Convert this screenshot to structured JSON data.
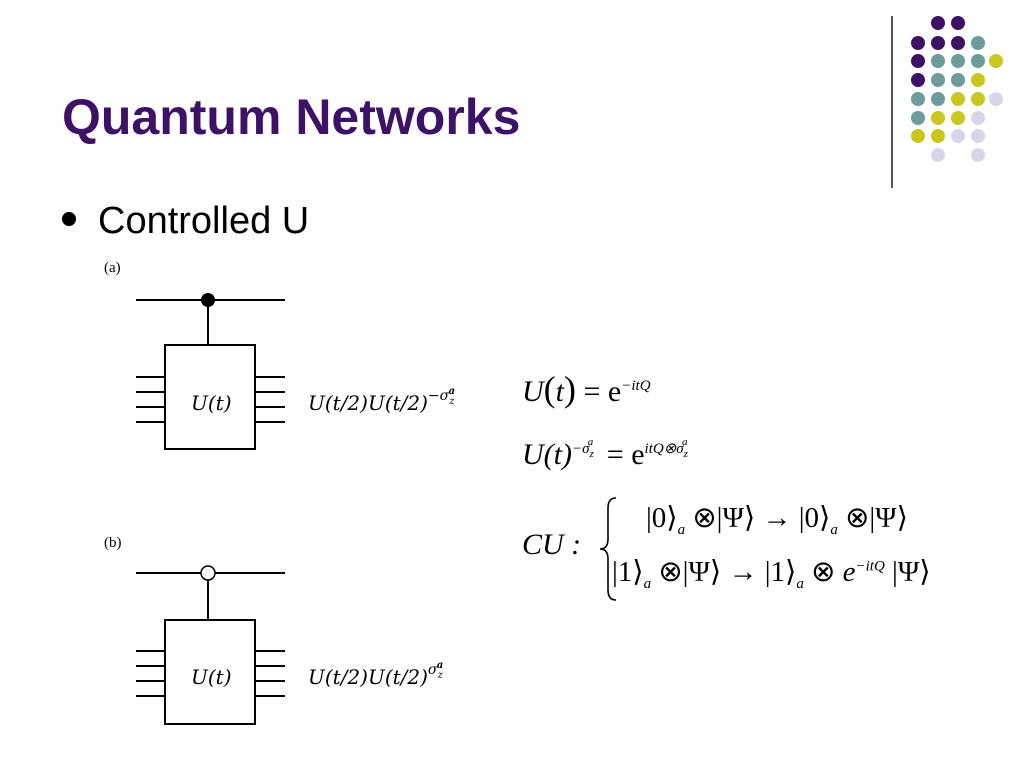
{
  "slide": {
    "title": "Quantum Networks",
    "bullet": "Controlled U"
  },
  "colors": {
    "title": "#3d1166",
    "dot_purple": "#3d1166",
    "dot_teal": "#6e9c9c",
    "dot_yellow": "#c8c820",
    "dot_lavender": "#d6d6e8"
  },
  "circuit_a": {
    "label": "(a)",
    "gate": "U(t)",
    "result": "U(t/2)U(t/2)",
    "result_exp": "−σ",
    "result_exp_sub": "z",
    "result_exp_sup": "a",
    "control": "filled"
  },
  "circuit_b": {
    "label": "(b)",
    "gate": "U(t)",
    "result": "U(t/2)U(t/2)",
    "result_exp": "σ",
    "result_exp_sub": "z",
    "result_exp_sup": "a",
    "control": "open"
  },
  "equations": {
    "eq1_lhs": "U",
    "eq1_arg": "t",
    "eq1_rhs_base": "= e",
    "eq1_rhs_exp": "−itQ",
    "eq2_lhs": "U(t)",
    "eq2_lhs_exp": "−σ",
    "eq2_rhs_base": "= e",
    "eq2_rhs_exp": "itQ⊗σ",
    "eq3_lhs": "CU :",
    "eq3_row1": "|0⟩a ⊗|Ψ⟩ → |0⟩a ⊗|Ψ⟩",
    "eq3_row2": "|1⟩a ⊗|Ψ⟩ → |1⟩a ⊗ e−itQ |Ψ⟩",
    "sub_a": "a",
    "sub_z": "z",
    "sup_a": "a"
  }
}
